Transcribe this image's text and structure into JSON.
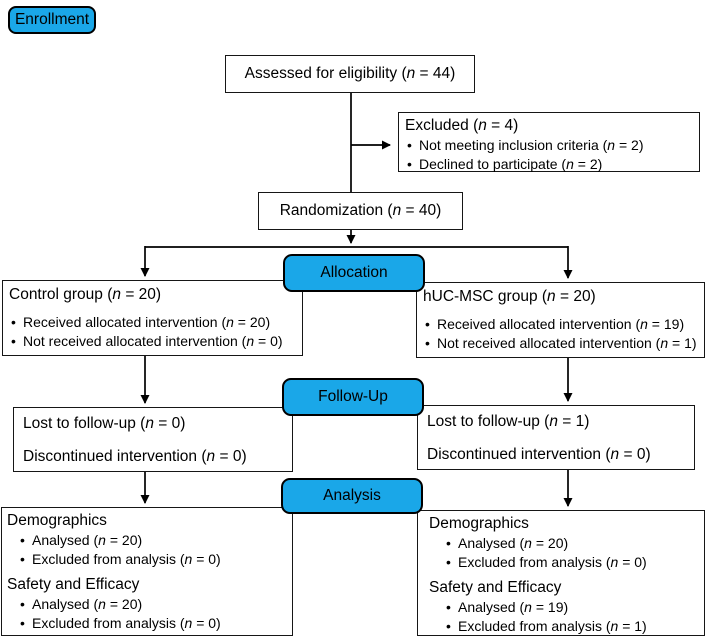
{
  "palette": {
    "accent": "#1AA7E8",
    "line": "#000000",
    "box_border": "#161616",
    "box_bg": "#FFFFFF"
  },
  "glyphs": {
    "bullet": "•"
  },
  "stages": {
    "enrollment": "Enrollment",
    "allocation": "Allocation",
    "followup": "Follow-Up",
    "analysis": "Analysis"
  },
  "boxes": {
    "assessed": {
      "text": "Assessed for eligibility (n = 44)"
    },
    "excluded": {
      "title": "Excluded (n = 4)",
      "bullets": [
        "Not meeting inclusion criteria (n = 2)",
        "Declined to participate (n = 2)"
      ]
    },
    "randomization": {
      "text": "Randomization (n = 40)"
    },
    "control": {
      "title": "Control group (n = 20)",
      "bullets": [
        "Received allocated intervention (n = 20)",
        "Not received allocated intervention (n = 0)"
      ]
    },
    "hucmsc": {
      "title": "hUC-MSC group (n = 20)",
      "bullets": [
        "Received allocated intervention (n = 19)",
        "Not received allocated intervention (n = 1)"
      ]
    },
    "followup_left": {
      "lines": [
        "Lost to follow-up (n = 0)",
        "Discontinued intervention (n = 0)"
      ]
    },
    "followup_right": {
      "lines": [
        "Lost to follow-up (n = 1)",
        "Discontinued intervention (n = 0)"
      ]
    },
    "analysis_left": {
      "sections": [
        {
          "title": "Demographics",
          "bullets": [
            "Analysed (n = 20)",
            "Excluded from analysis (n = 0)"
          ]
        },
        {
          "title": "Safety and Efficacy",
          "bullets": [
            "Analysed (n = 20)",
            "Excluded from analysis (n = 0)"
          ]
        }
      ]
    },
    "analysis_right": {
      "sections": [
        {
          "title": "Demographics",
          "bullets": [
            "Analysed (n = 20)",
            "Excluded from analysis (n = 0)"
          ]
        },
        {
          "title": "Safety and Efficacy",
          "bullets": [
            "Analysed (n = 19)",
            "Excluded from analysis (n = 1)"
          ]
        }
      ]
    }
  }
}
